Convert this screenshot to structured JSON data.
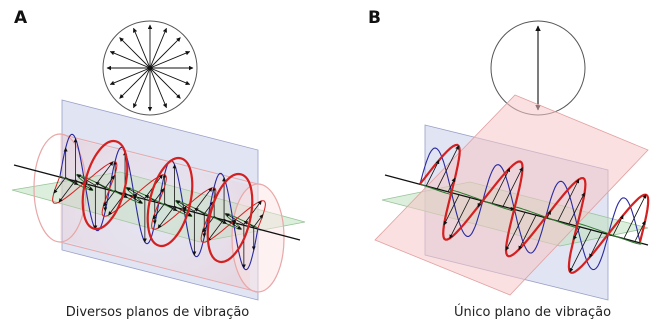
{
  "panels": [
    {
      "label": "A",
      "caption": "Diversos planos de vibração"
    },
    {
      "label": "B",
      "caption": "Único plano de vibração"
    }
  ],
  "colors": {
    "vertical_plane": "#c9cde8",
    "horizontal_plane": "#bfe0bf",
    "tilted_plane": "#f5c6c6",
    "wave_red": "#d42020",
    "wave_blue": "#2a2aa0",
    "wave_green": "#2f7a2f",
    "arrow": "#111111"
  }
}
